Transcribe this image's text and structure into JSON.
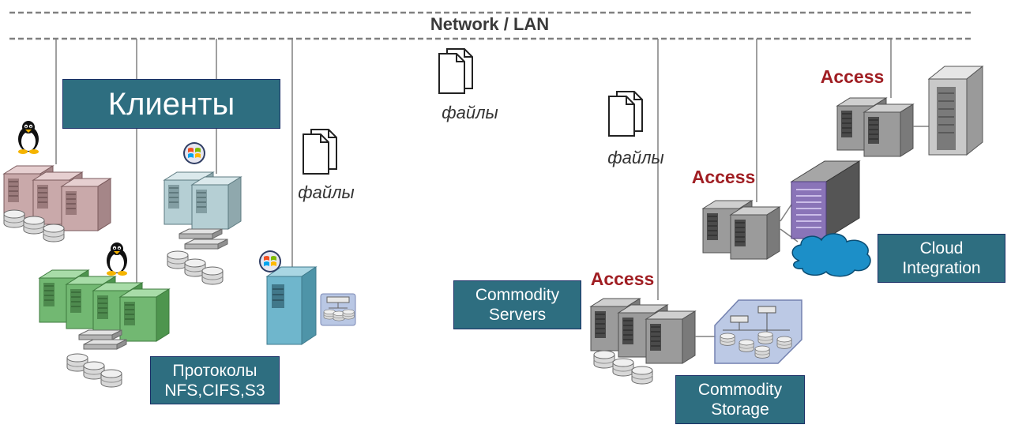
{
  "diagram": {
    "title": "Network / LAN",
    "clients_label": "Клиенты",
    "protocols_label": "Протоколы\nNFS,CIFS,S3",
    "files_label": "файлы",
    "access_label": "Access",
    "commodity_servers_label": "Commodity\nServers",
    "commodity_storage_label": "Commodity\nStorage",
    "cloud_integration_label": "Cloud\nIntegration"
  },
  "colors": {
    "box_fill": "#2e6e80",
    "box_border": "#1a2f66",
    "access_text": "#a01e23",
    "cloud_fill": "#1c8fc8",
    "server_pink": "#c9a9aa",
    "server_teal": "#b5cfd4",
    "server_green": "#72b872",
    "server_blue": "#6fb6cc",
    "server_gray": "#9b9b9b",
    "server_purple": "#8a74b8",
    "server_silver": "#c9c9c9"
  },
  "icons": [
    "linux-penguin-icon",
    "windows-logo-icon",
    "document-stack-icon",
    "server-icon",
    "disk-icon",
    "switch-icon",
    "cloud-icon",
    "storage-array-icon"
  ]
}
